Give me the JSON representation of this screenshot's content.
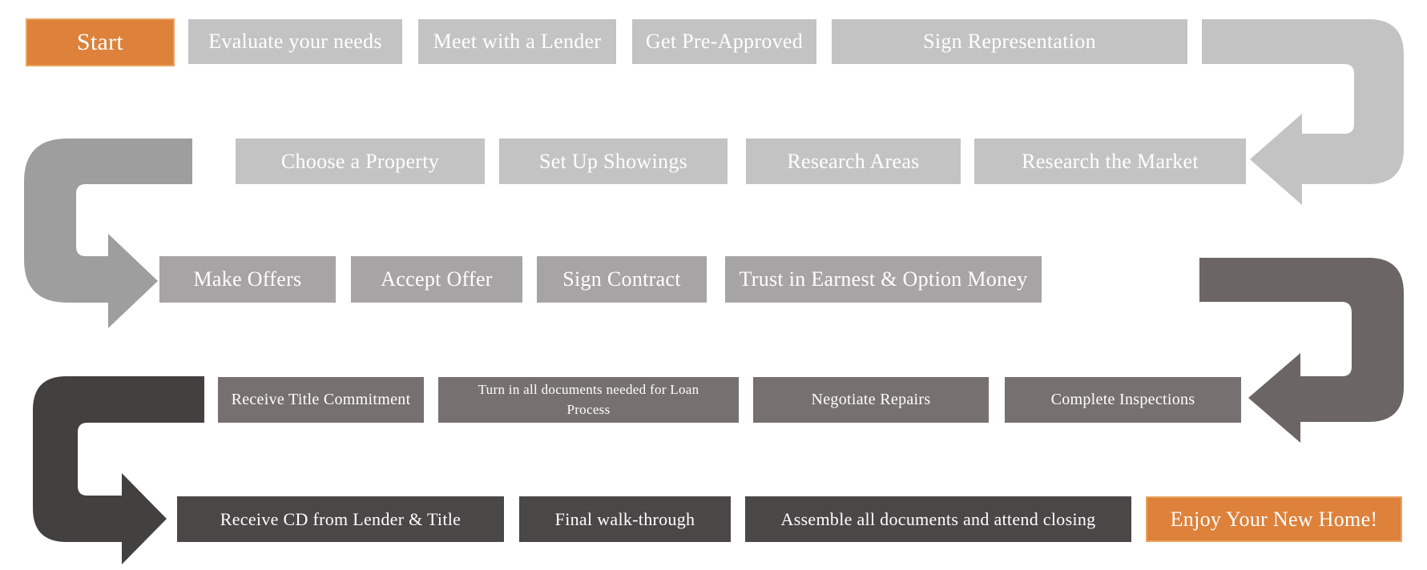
{
  "diagram": {
    "description": "Home buying process snake flowchart",
    "rows": [
      {
        "name": "row-1",
        "steps": [
          {
            "label": "Start"
          },
          {
            "label": "Evaluate your needs"
          },
          {
            "label": "Meet with a Lender"
          },
          {
            "label": "Get Pre-Approved"
          },
          {
            "label": "Sign Representation"
          }
        ]
      },
      {
        "name": "row-2",
        "steps": [
          {
            "label": "Choose a Property"
          },
          {
            "label": "Set Up Showings"
          },
          {
            "label": "Research Areas"
          },
          {
            "label": "Research the Market"
          }
        ]
      },
      {
        "name": "row-3",
        "steps": [
          {
            "label": "Make Offers"
          },
          {
            "label": "Accept Offer"
          },
          {
            "label": "Sign Contract"
          },
          {
            "label": "Trust in Earnest & Option Money"
          }
        ]
      },
      {
        "name": "row-4",
        "steps": [
          {
            "label": "Receive Title Commitment"
          },
          {
            "label": "Turn in all documents needed for Loan Process"
          },
          {
            "label": "Negotiate Repairs"
          },
          {
            "label": "Complete Inspections"
          }
        ]
      },
      {
        "name": "row-5",
        "steps": [
          {
            "label": "Receive CD from Lender & Title"
          },
          {
            "label": "Final walk-through"
          },
          {
            "label": "Assemble all documents and attend closing"
          },
          {
            "label": "Enjoy Your New Home!"
          }
        ]
      }
    ],
    "colors": {
      "accent_orange": "#dd813b",
      "accent_orange_border": "#e9a55f",
      "light_gray": "#c3c3c3",
      "medium_gray": "#a6a4a4",
      "warm_gray": "#767170",
      "charcoal": "#4a4747",
      "arrow1": "#c3c3c3",
      "arrow2": "#9e9e9e",
      "arrow3": "#6b6563",
      "arrow4": "#434040",
      "text": "#ffffff"
    }
  }
}
